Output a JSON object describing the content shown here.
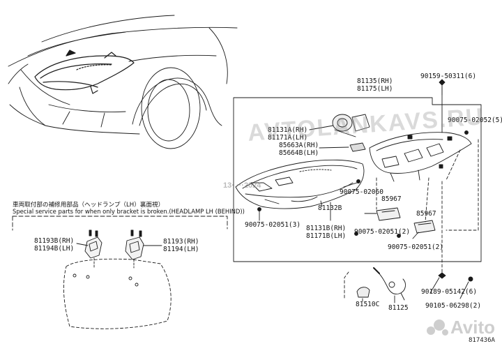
{
  "labels": {
    "p81135_81175": [
      "81135(RH)",
      "81175(LH)"
    ],
    "p90159": "90159-50311(6)",
    "p90075_02052": "90075-02052(5)",
    "p81131A": [
      "81131A(RH)",
      "81171A(LH)"
    ],
    "p85663A": [
      "85663A(RH)",
      "85664B(LH)"
    ],
    "p90075_02060": "90075-02060",
    "p81132B": "81132B",
    "p85967_a": "85967",
    "p85967_b": "85967",
    "p90075_02051_3": "90075-02051(3)",
    "p81131B": [
      "81131B(RH)",
      "81171B(LH)"
    ],
    "p90075_02051_2a": "90075-02051(2)",
    "p90075_02051_2b": "90075-02051(2)",
    "p90189": "90189-05142(6)",
    "p90105": "90105-06298(2)",
    "p81510C": "81510C",
    "p81125": "81125",
    "p81193B": [
      "81193B(RH)",
      "81194B(LH)"
    ],
    "p81193": [
      "81193(RH)",
      "81194(LH)"
    ]
  },
  "note": {
    "jp": "車両取付部の補修用部品（ヘッドランプ（LH）裏面視）",
    "en": "Special service parts for when only bracket is broken.(HEADLAMP LH (BEHIND))"
  },
  "watermarks": {
    "site": "AVTOLANKAVS.RU",
    "phone": "13· ···2024",
    "avito": "Avito"
  },
  "diagram_code": "817436A",
  "colors": {
    "line": "#1a1a1a",
    "watermark": "#b4b4b4"
  }
}
